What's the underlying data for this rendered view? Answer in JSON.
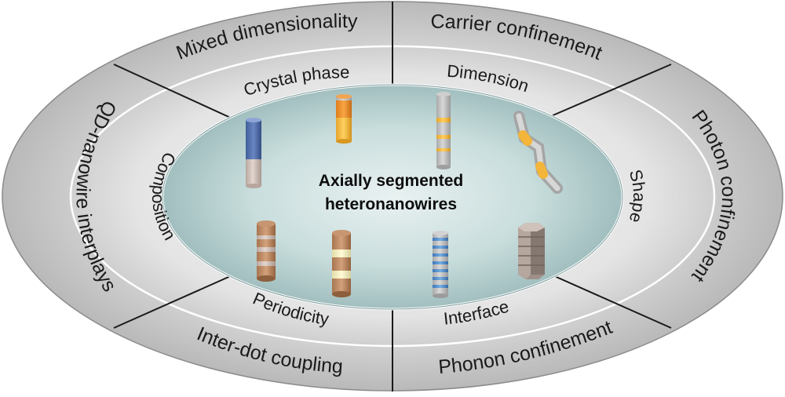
{
  "center": {
    "line1": "Axially segmented",
    "line2": "heteronanowires"
  },
  "outer_ring": {
    "mixed_dimensionality": "Mixed dimensionality",
    "carrier_confinement": "Carrier confinement",
    "photon_confinement": "Photon confinement",
    "phonon_confinement": "Phonon confinement",
    "inter_dot_coupling": "Inter-dot coupling",
    "qd_nanowire_interplays": "QD-nanowire interplays"
  },
  "inner_ring": {
    "crystal_phase": "Crystal phase",
    "dimension": "Dimension",
    "shape": "Shape",
    "interface": "Interface",
    "periodicity": "Periodicity",
    "composition": "Composition"
  }
}
